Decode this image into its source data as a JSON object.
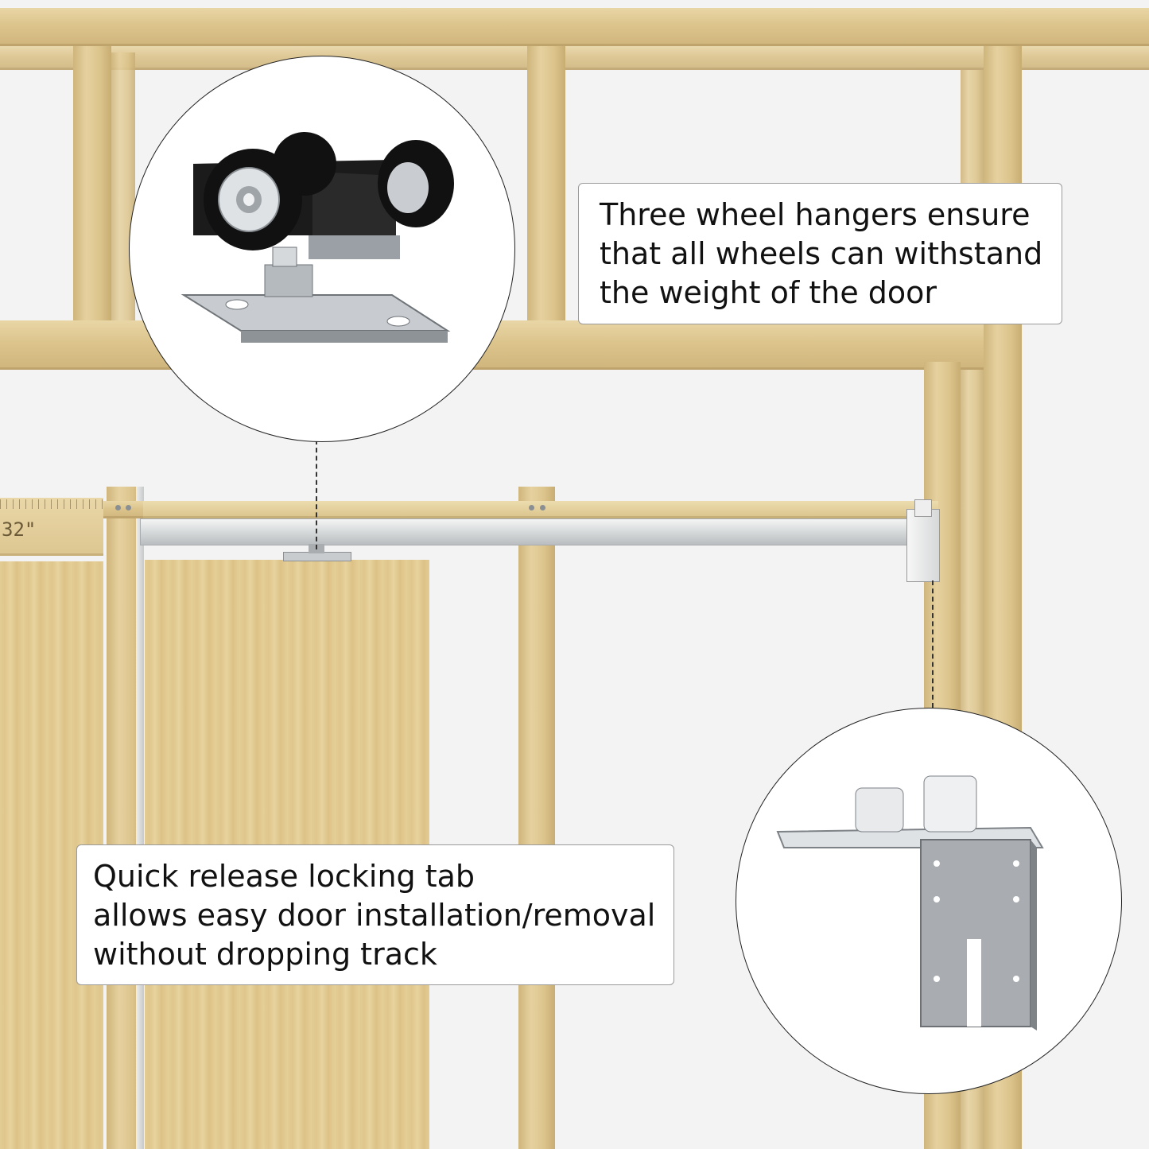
{
  "callouts": {
    "top_right": {
      "lines": [
        "Three wheel hangers ensure",
        "that all wheels can withstand",
        "the weight of the door"
      ]
    },
    "bottom_left": {
      "lines": [
        "Quick release locking tab",
        "allows easy door installation/removal",
        "without dropping track"
      ]
    }
  },
  "measurement_mark": "32\"",
  "icons": {
    "hanger": "three-wheel-hanger-icon",
    "bracket": "locking-tab-bracket-icon"
  }
}
